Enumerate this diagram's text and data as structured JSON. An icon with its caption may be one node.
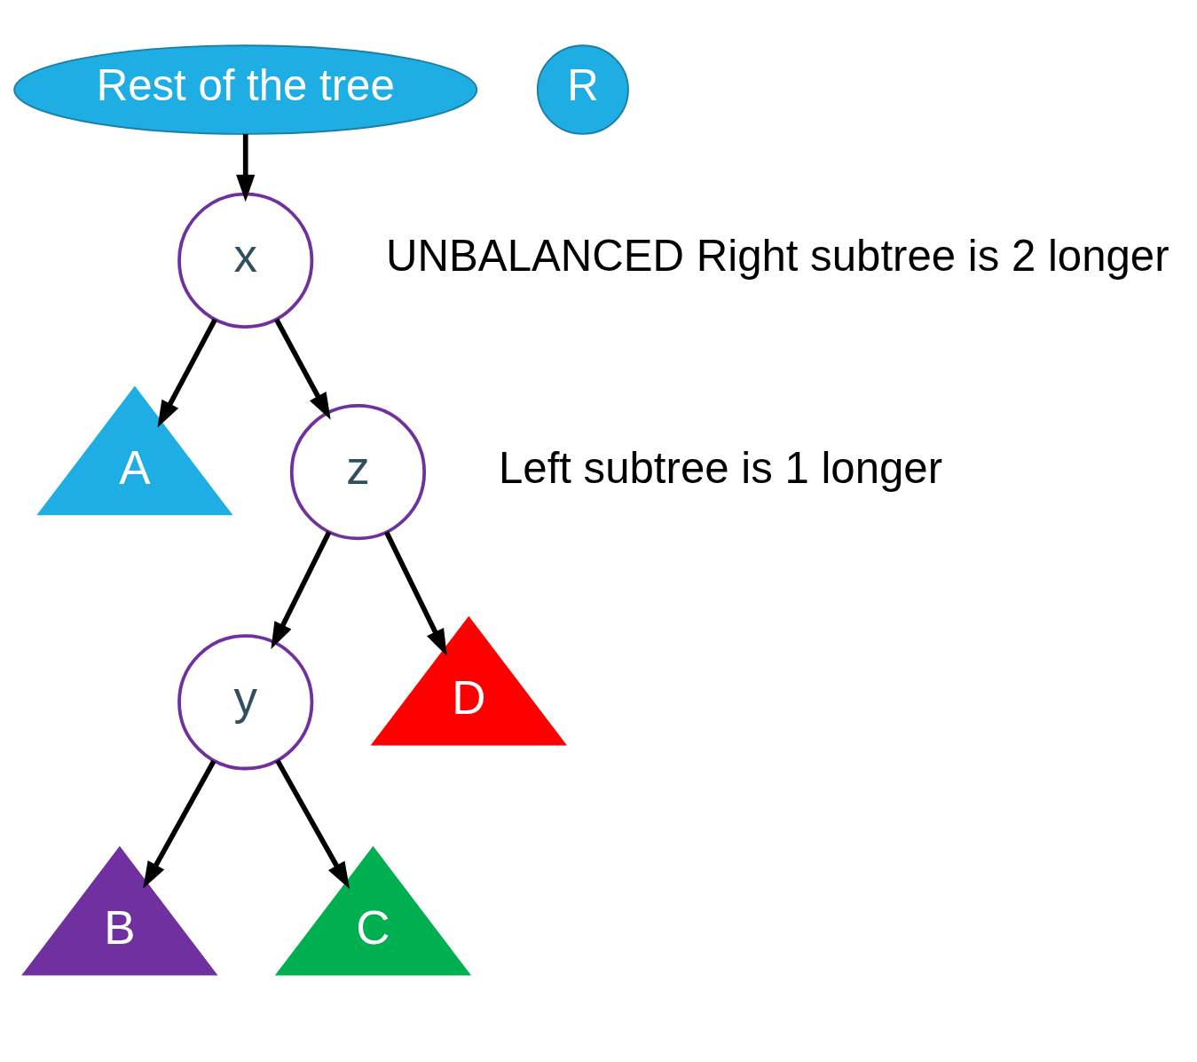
{
  "diagram": {
    "nodes": [
      {
        "text": [
          "Rest of the tree"
        ]
      },
      {
        "text": [
          "x"
        ]
      },
      {
        "text": [
          "A"
        ]
      },
      {
        "text": [
          "z"
        ]
      },
      {
        "text": [
          "y"
        ]
      },
      {
        "text": [
          "D"
        ]
      },
      {
        "text": [
          "B"
        ]
      },
      {
        "text": [
          "C"
        ]
      },
      {
        "text": [
          "R"
        ]
      }
    ],
    "edges": [
      {
        "from": 0,
        "to": 1,
        "arrow": "to"
      },
      {
        "from": 1,
        "to": 2,
        "arrow": "to"
      },
      {
        "from": 1,
        "to": 3,
        "arrow": "to"
      },
      {
        "from": 3,
        "to": 4,
        "arrow": "to"
      },
      {
        "from": 3,
        "to": 5,
        "arrow": "to"
      },
      {
        "from": 4,
        "to": 6,
        "arrow": "to"
      },
      {
        "from": 4,
        "to": 7,
        "arrow": "to"
      }
    ],
    "labels": [
      "UNBALANCED Right subtree is 2 longer",
      "Left subtree is 1 longer"
    ]
  }
}
